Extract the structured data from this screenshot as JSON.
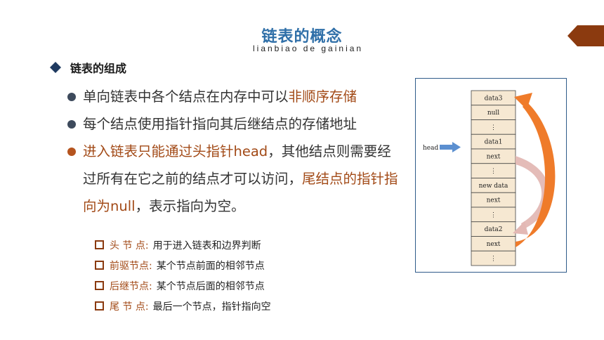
{
  "title": "链表的概念",
  "subtitle": "lianbiao de gainian",
  "section": "链表的组成",
  "bullets": [
    {
      "pre": "单向链表中各个结点在内存中可以",
      "hl": "非顺序存储"
    },
    {
      "text": "每个结点使用指针指向其后继结点的存储地址"
    },
    {
      "hl1": "进入链表只能通过头指针head",
      "mid": "，其他结点则需要经过所有在它之前的结点才可以访问，",
      "hl2": "尾结点的指针指向为null",
      "post": "，表示指向为空。"
    }
  ],
  "terms": [
    {
      "term": "头 节 点:",
      "desc": "用于进入链表和边界判断"
    },
    {
      "term": "前驱节点:",
      "desc": "某个节点前面的相邻节点"
    },
    {
      "term": "后继节点:",
      "desc": "某个节点后面的相邻节点"
    },
    {
      "term": "尾 节 点:",
      "desc": "最后一个节点，指针指向空"
    }
  ],
  "diagram": {
    "head_label": "head",
    "cells": [
      "data3",
      "null",
      "⋮",
      "data1",
      "next",
      "⋮",
      "new data",
      "next",
      "⋮",
      "data2",
      "next",
      "⋮"
    ]
  },
  "colors": {
    "title": "#2f6fa8",
    "accent": "#a24a17",
    "arrow_big": "#ef7b2a",
    "arrow_pink": "#e3b8b4"
  }
}
